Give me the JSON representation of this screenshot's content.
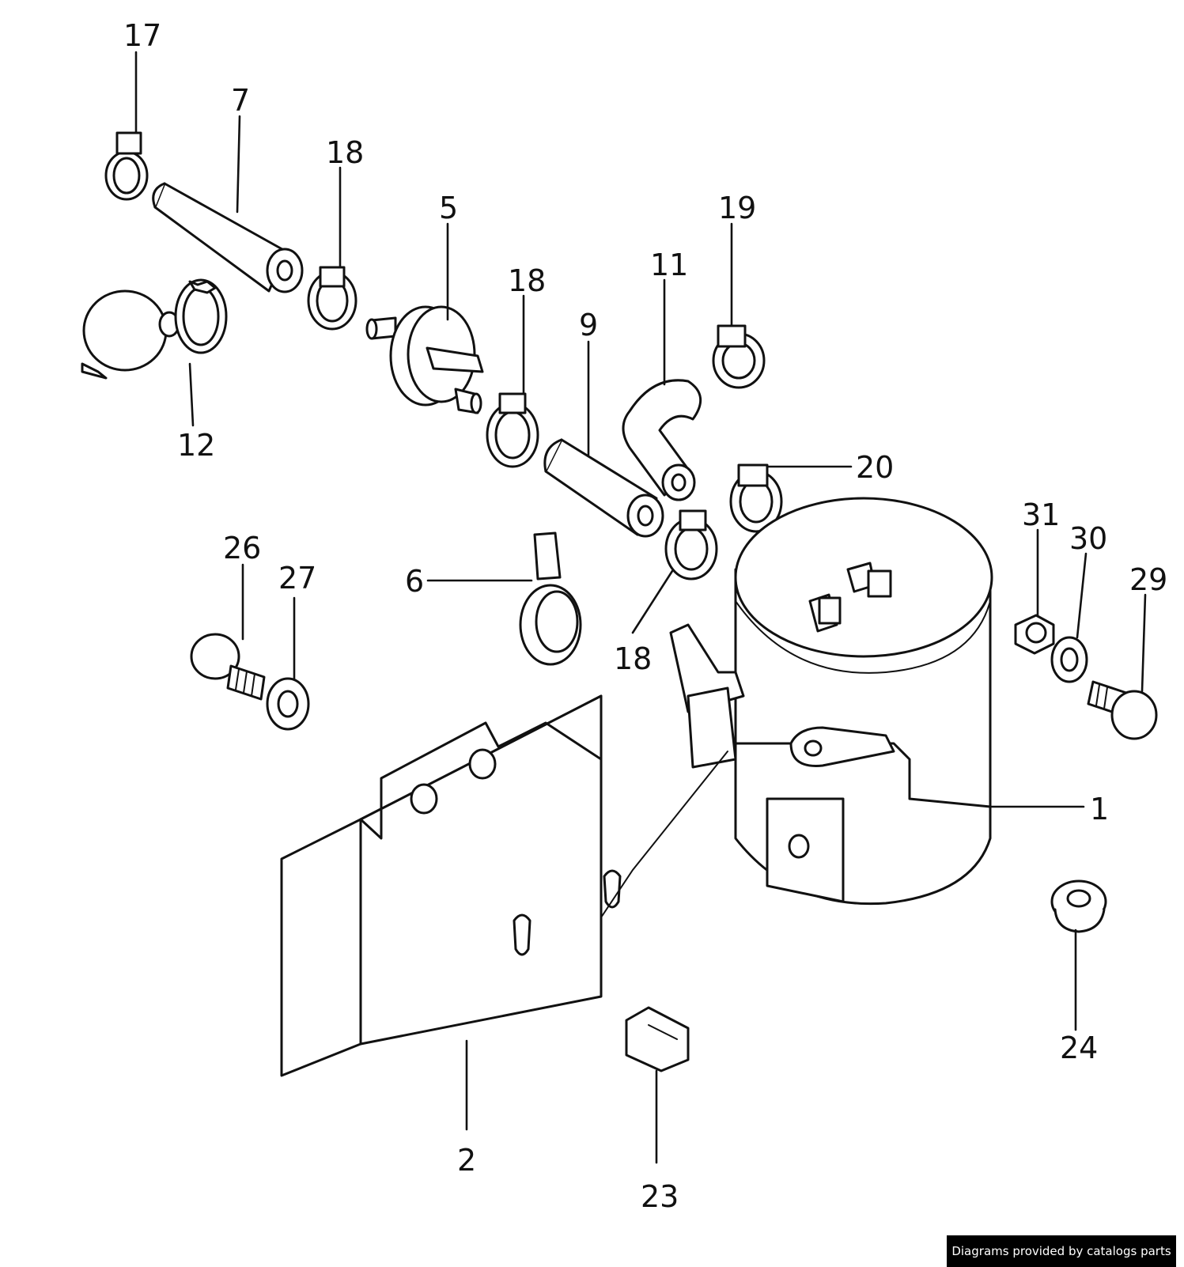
{
  "diagram": {
    "callouts": [
      "17",
      "7",
      "18",
      "5",
      "18",
      "19",
      "11",
      "9",
      "12",
      "20",
      "31",
      "30",
      "29",
      "26",
      "27",
      "6",
      "18",
      "1",
      "24",
      "2",
      "23"
    ]
  },
  "footer": {
    "credit": "Diagrams provided by catalogs parts"
  }
}
